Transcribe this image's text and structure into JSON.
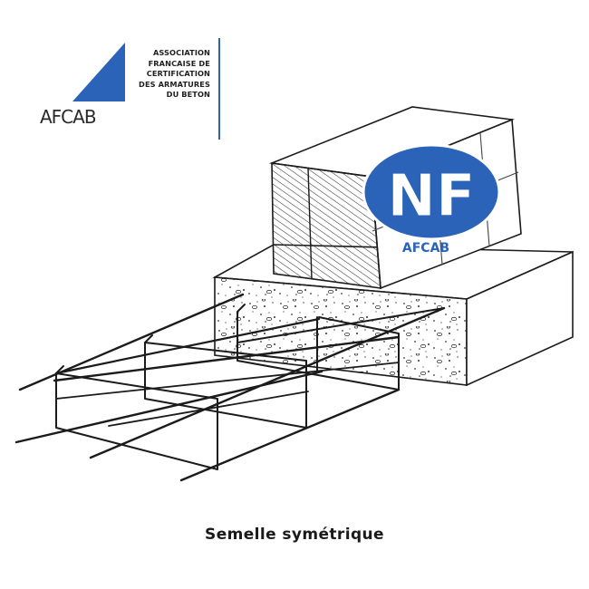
{
  "logo": {
    "mark_text": "AFCAB",
    "lines": [
      "ASSOCIATION",
      "FRANCAISE DE",
      "CERTIFICATION",
      "DES ARMATURES",
      "DU BETON"
    ]
  },
  "nf_badge": {
    "mark": "NF",
    "label": "AFCAB"
  },
  "caption": "Semelle symétrique",
  "colors": {
    "brand_blue": "#2b63b8",
    "line": "#1b1b1b"
  }
}
